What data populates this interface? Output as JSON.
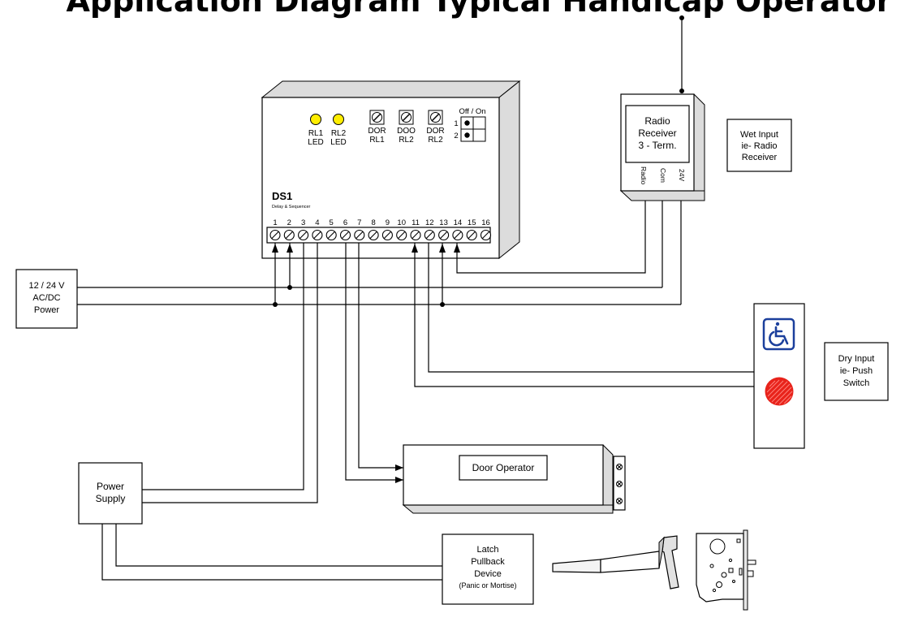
{
  "title": "Application Diagram Typical Handicap Operator",
  "controller": {
    "name": "DS1",
    "subtitle": "Delay & Sequencer",
    "leds": [
      {
        "line1": "RL1",
        "line2": "LED",
        "color": "#ffee00"
      },
      {
        "line1": "RL2",
        "line2": "LED",
        "color": "#ffee00"
      }
    ],
    "pots": [
      {
        "line1": "DOR",
        "line2": "RL1"
      },
      {
        "line1": "DOO",
        "line2": "RL2"
      },
      {
        "line1": "DOR",
        "line2": "RL2"
      }
    ],
    "dip": {
      "label": "Off / On",
      "rows": [
        "1",
        "2"
      ]
    },
    "terminals": [
      "1",
      "2",
      "3",
      "4",
      "5",
      "6",
      "7",
      "8",
      "9",
      "10",
      "11",
      "12",
      "13",
      "14",
      "15",
      "16"
    ]
  },
  "radio": {
    "lines": [
      "Radio",
      "Receiver",
      "3 - Term."
    ],
    "terminals": [
      "Radio",
      "Com",
      "24V"
    ]
  },
  "wet_input": {
    "lines": [
      "Wet Input",
      "ie- Radio",
      "Receiver"
    ]
  },
  "power": {
    "lines": [
      "12 / 24 V",
      "AC/DC",
      "Power"
    ]
  },
  "dry_input": {
    "lines": [
      "Dry Input",
      "ie- Push",
      "Switch"
    ]
  },
  "push_switch": {
    "icon": "wheelchair-icon",
    "button_color": "#e8231b",
    "icon_color": "#1b3f9c"
  },
  "door_operator": {
    "label": "Door Operator"
  },
  "power_supply": {
    "lines": [
      "Power",
      "Supply"
    ]
  },
  "latch": {
    "lines": [
      "Latch",
      "Pullback",
      "Device",
      "(Panic or Mortise)"
    ]
  }
}
